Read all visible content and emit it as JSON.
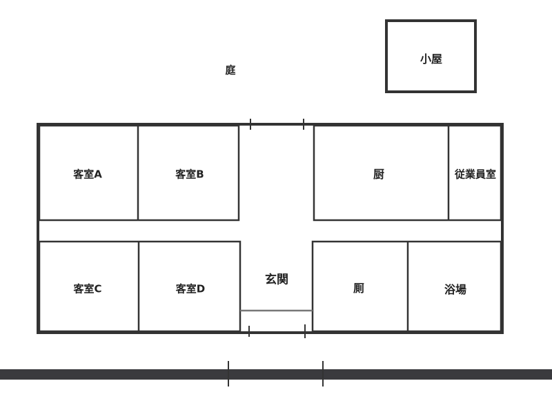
{
  "labels": {
    "garden": "庭",
    "hut": "小屋",
    "guest_a": "客室A",
    "guest_b": "客室B",
    "guest_c": "客室C",
    "guest_d": "客室D",
    "kitchen": "厨",
    "staff_room": "従業員室",
    "entrance": "玄関",
    "toilet": "厠",
    "bath": "浴場"
  },
  "colors": {
    "wall": "#333333",
    "road": "#3a3a3e",
    "step": "#777777"
  }
}
